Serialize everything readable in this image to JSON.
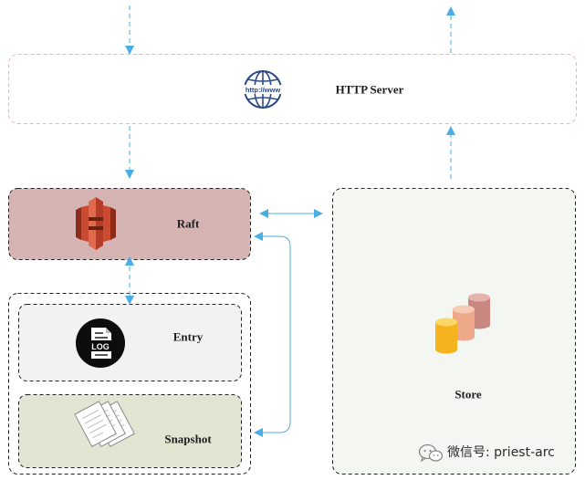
{
  "nodes": {
    "http_server": {
      "label": "HTTP Server",
      "icon": "globe-www-icon"
    },
    "raft": {
      "label": "Raft",
      "icon": "aws-s3-bucket-icon"
    },
    "entry": {
      "label": "Entry",
      "icon": "log-file-icon",
      "icon_text": "LOG"
    },
    "snapshot": {
      "label": "Snapshot",
      "icon": "document-stack-icon"
    },
    "store": {
      "label": "Store",
      "icon": "database-cylinders-icon"
    }
  },
  "globe_icon_text": "http://www",
  "watermark": {
    "text": "微信号: priest-arc",
    "icon": "wechat-icon"
  },
  "colors": {
    "arrow": "#4aaee6",
    "http_border": "#e8b4b4",
    "raft_fill": "#d6b4b4",
    "entry_fill": "#f2f2f2",
    "snapshot_fill": "#e1e5d2",
    "store_fill": "#f4f7f1",
    "s3_icon": "#cb4a32",
    "db_yellow": "#f7c12e",
    "db_peach": "#f2b59a",
    "db_rose": "#d89a96"
  }
}
